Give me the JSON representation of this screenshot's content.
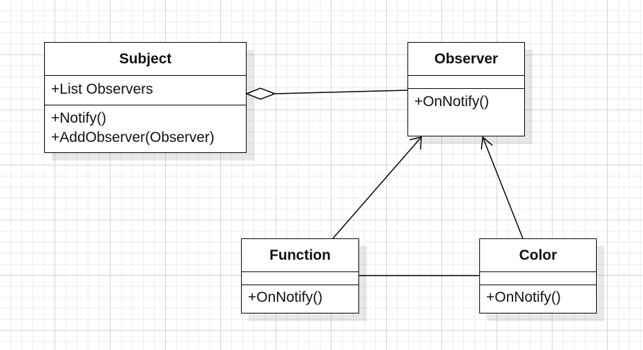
{
  "diagram": {
    "classes": [
      {
        "id": "subject",
        "name": "Subject",
        "attributes": [
          "+List Observers"
        ],
        "operations": [
          "+Notify()",
          "+AddObserver(Observer)"
        ]
      },
      {
        "id": "observer",
        "name": "Observer",
        "attributes": [],
        "operations": [
          "+OnNotify()"
        ]
      },
      {
        "id": "function",
        "name": "Function",
        "attributes": [],
        "operations": [
          "+OnNotify()"
        ]
      },
      {
        "id": "color",
        "name": "Color",
        "attributes": [],
        "operations": [
          "+OnNotify()"
        ]
      }
    ],
    "relations": [
      {
        "type": "aggregation",
        "from": "observer",
        "to": "subject"
      },
      {
        "type": "association-arrow",
        "from": "function",
        "to": "observer"
      },
      {
        "type": "association-arrow",
        "from": "color",
        "to": "observer"
      },
      {
        "type": "association",
        "from": "function",
        "to": "color"
      }
    ],
    "colors": {
      "line": "#000000",
      "box_fill": "#ffffff",
      "grid_major": "#d4d4d4",
      "grid_minor": "#ededed"
    }
  }
}
